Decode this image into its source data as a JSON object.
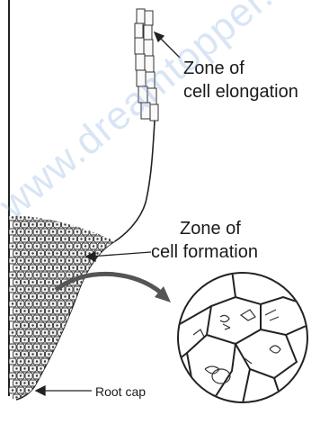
{
  "labels": {
    "elongation_line1": "Zone of",
    "elongation_line2": "cell elongation",
    "formation_line1": "Zone of",
    "formation_line2": "cell formation",
    "root_cap": "Root cap"
  },
  "watermark": "www.dreamtopper.in",
  "colors": {
    "ink": "#222222",
    "cell_fill": "#f4f4f4",
    "arrow": "#555555",
    "watermark": "#8fb2e0"
  }
}
